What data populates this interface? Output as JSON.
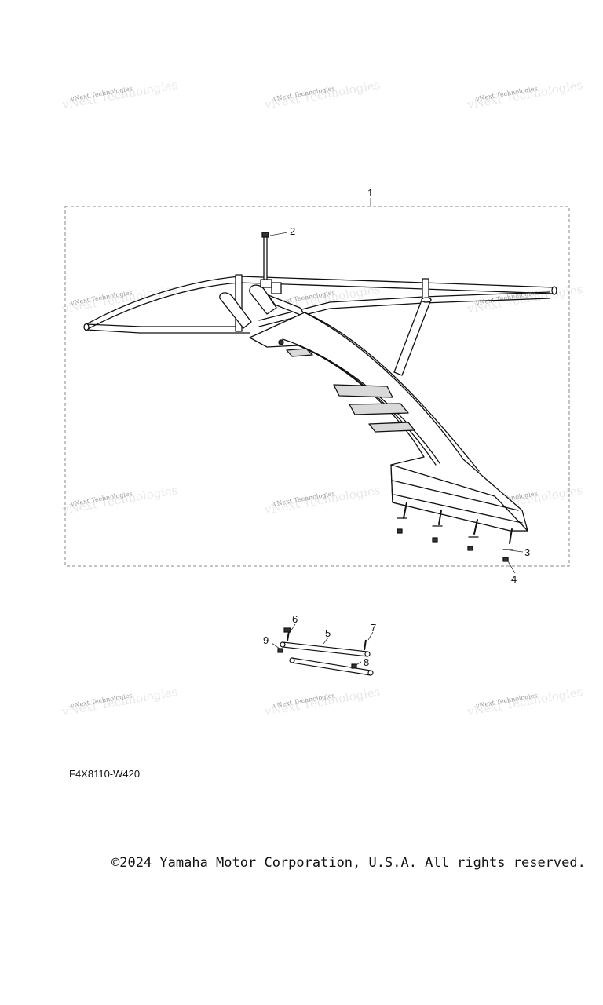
{
  "watermark": {
    "text": "vNext Technologies"
  },
  "callouts": [
    "1",
    "2",
    "3",
    "4",
    "5",
    "6",
    "7",
    "8",
    "9"
  ],
  "diagram_code": "F4X8110-W420",
  "copyright": "©2024 Yamaha Motor Corporation, U.S.A. All rights reserved."
}
